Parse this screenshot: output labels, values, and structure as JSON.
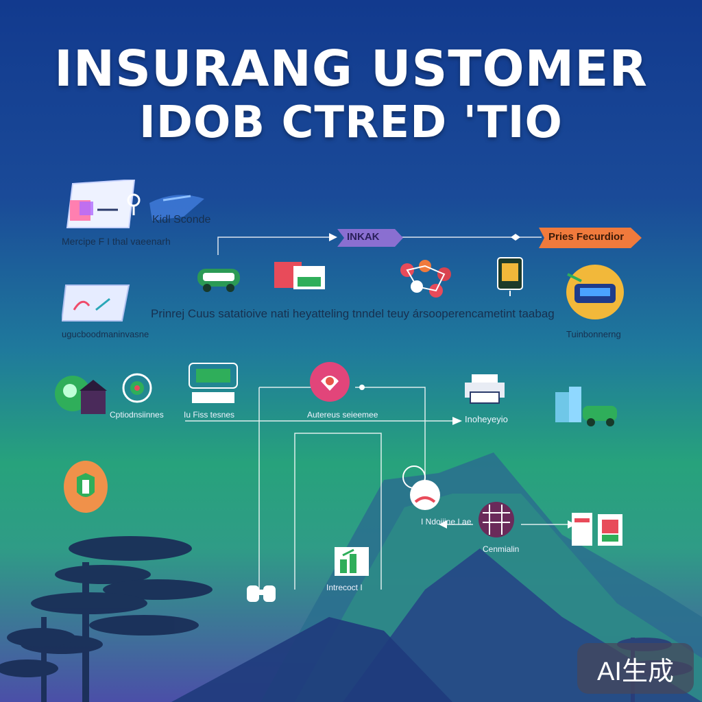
{
  "title": {
    "line1": "INSURANG USTOMER",
    "line2": "IDOB  CTRED 'TIO"
  },
  "labels": {
    "kid_sconde": "Kidl Sconde",
    "mercipe": "Mercipe F I thal vaeenarh",
    "feedback_row": "Prinrej Cuus satatioive nati heyatteling tnndel teuy ársooperencametint taabag",
    "left_col2": "ugucboodmaninvasne",
    "right_col2": "Tuinbonnerng",
    "row3_left": "Cptiodnsiinnes",
    "row3_mid": "Iu  Fiss tesnes",
    "row3_center": "Autereus seieemee",
    "row3_right": "Inoheyeyio",
    "mountain_left": "I Ndoiiine I ae",
    "mountain_right": "Cenmialin",
    "bottom_left": "Intrecoct I"
  },
  "tags": {
    "purple_tag": "INKAK",
    "orange_tag": "Pries Fecurdior"
  },
  "icons": [
    "document-card-icon",
    "ring-pin-icon",
    "blue-pen-icon",
    "tablet-icon",
    "green-car-icon",
    "document-stack-icon",
    "team-network-icon",
    "phone-icon",
    "vehicle-emblem-icon",
    "globe-house-icon",
    "target-icon",
    "computer-meeting-icon",
    "pink-heart-icon",
    "printer-icon",
    "city-car-icon",
    "shield-icon",
    "person-avatar-icon",
    "chart-icon",
    "network-circle-icon",
    "document-pair-icon",
    "binocular-icon"
  ],
  "badge": "AI生成",
  "colors": {
    "accent_orange": "#f07a3c",
    "accent_purple": "#8a6fd1",
    "bg_top": "#123a8e",
    "bg_mid": "#27a27c",
    "bg_bottom": "#4b4fa8",
    "title_text": "#ffffff"
  }
}
